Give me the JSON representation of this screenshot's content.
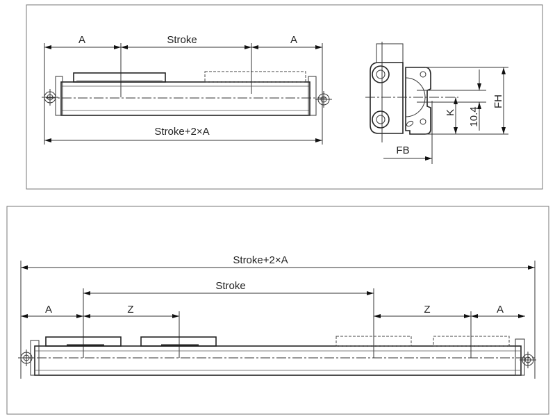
{
  "top_view": {
    "dim_a_left": "A",
    "dim_stroke": "Stroke",
    "dim_a_right": "A",
    "dim_total": "Stroke+2×A"
  },
  "end_view": {
    "dim_fh": "FH",
    "dim_10_4": "10.4",
    "dim_k": "K",
    "dim_fb": "FB"
  },
  "bottom_view": {
    "dim_total": "Stroke+2×A",
    "dim_stroke": "Stroke",
    "dim_a_left": "A",
    "dim_z_left": "Z",
    "dim_z_right": "Z",
    "dim_a_right": "A"
  }
}
